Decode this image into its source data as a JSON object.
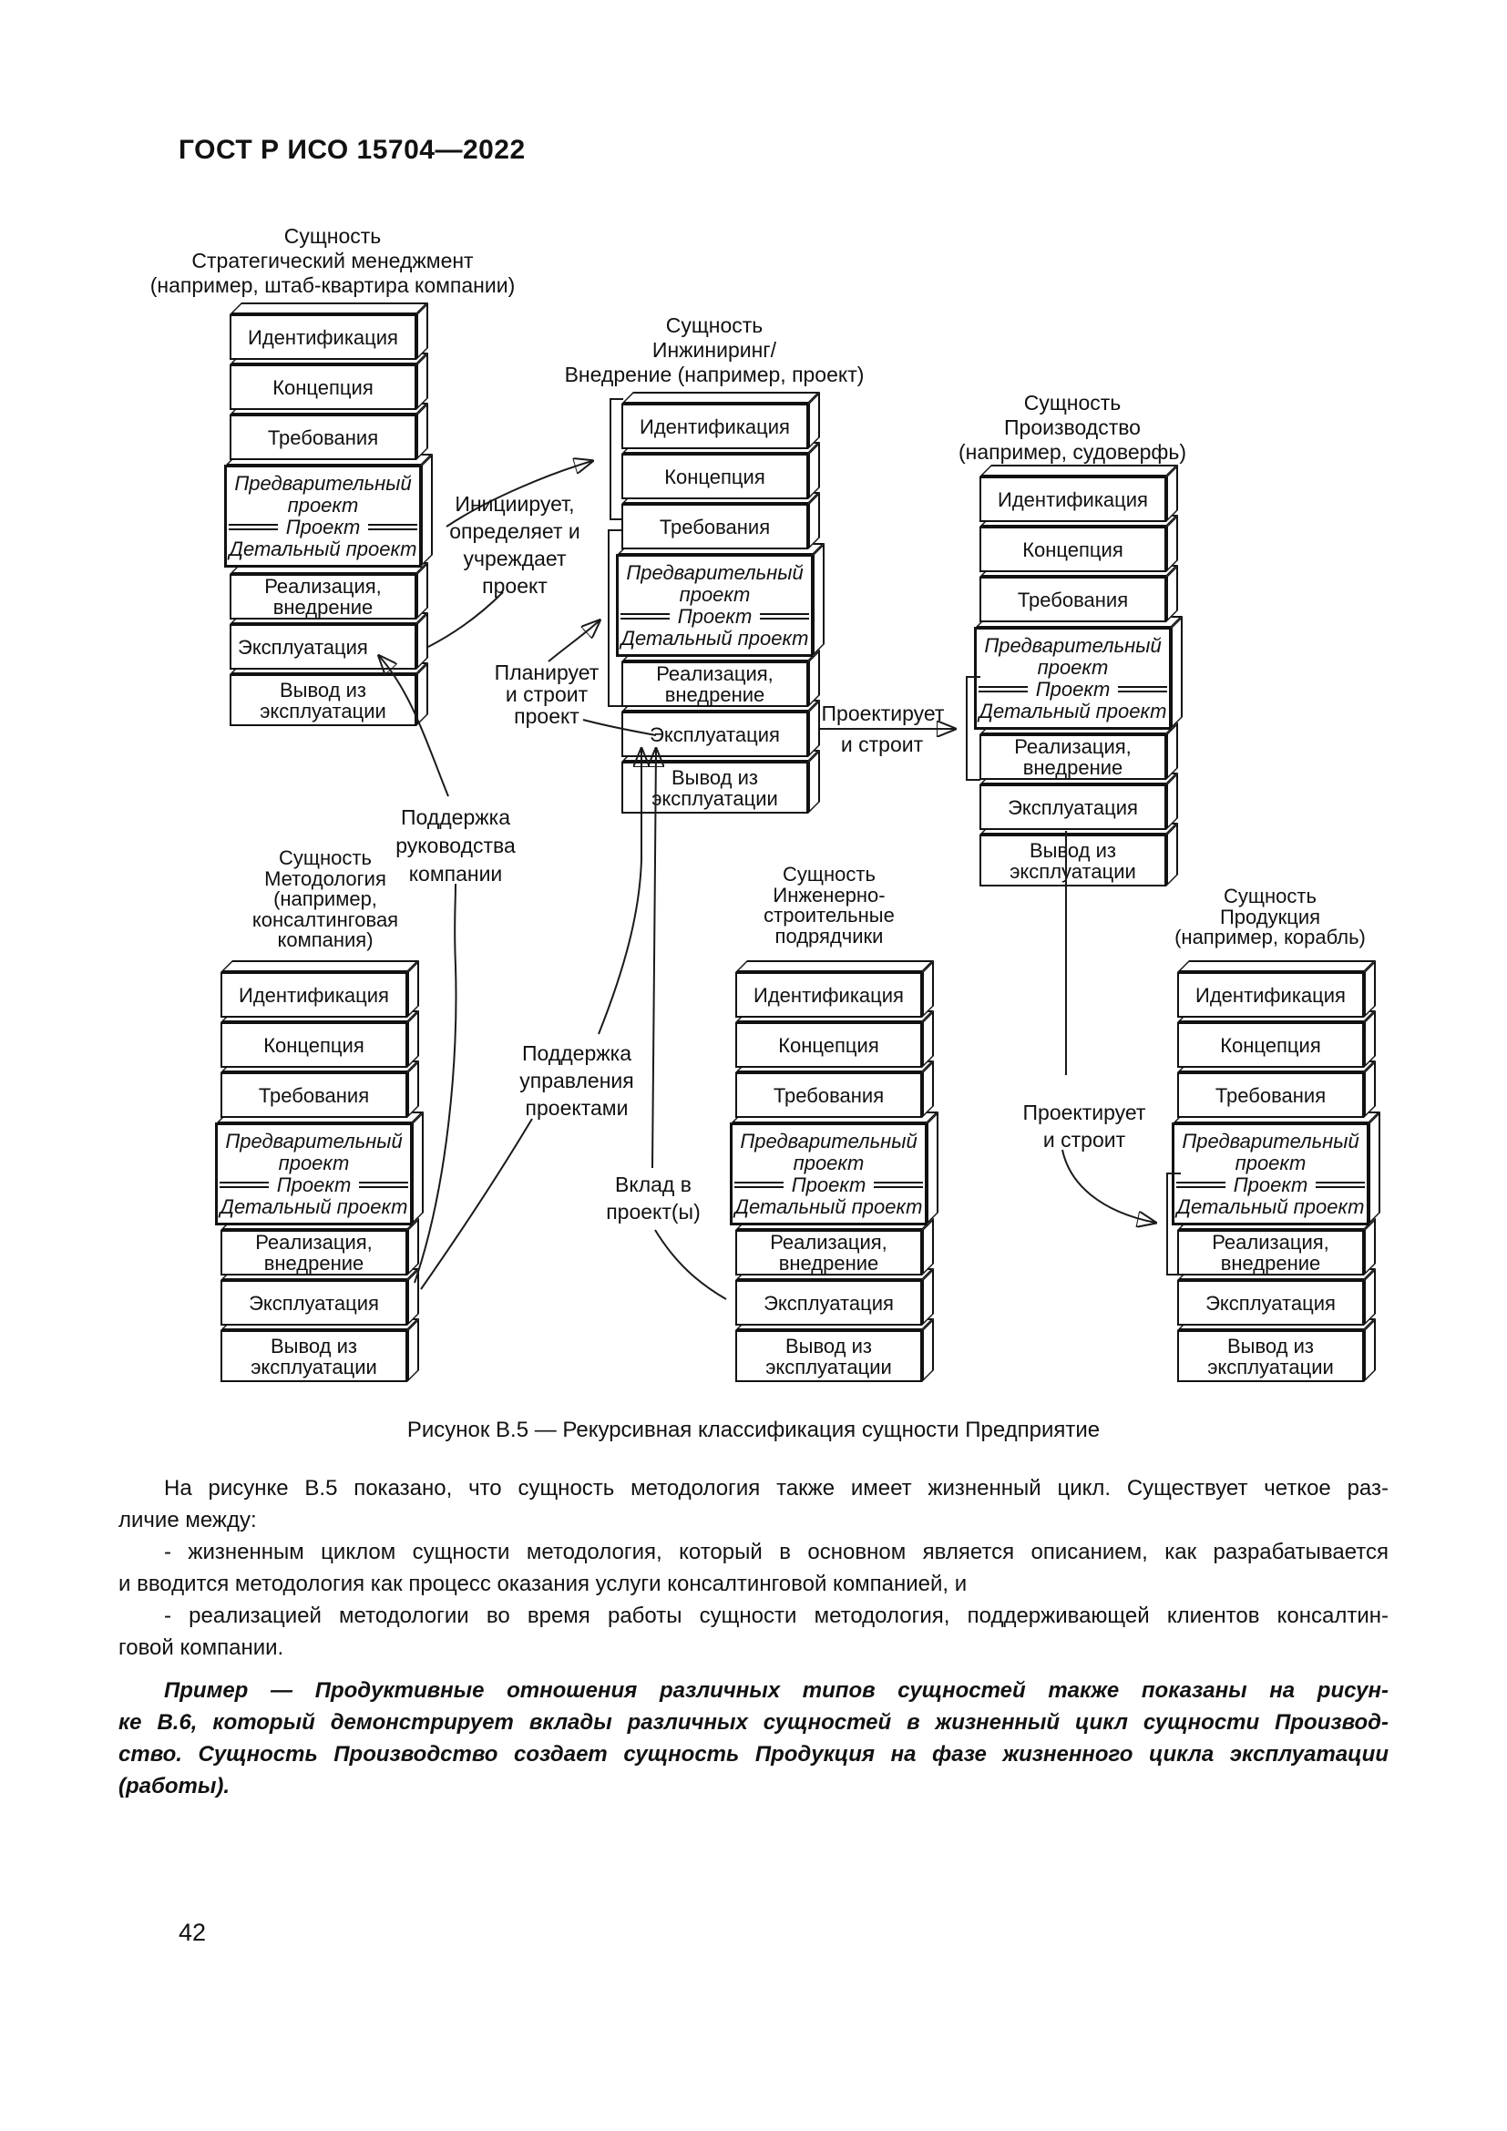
{
  "page": {
    "header": "ГОСТ Р ИСО 15704—2022",
    "page_number": "42"
  },
  "figure": {
    "caption": "Рисунок В.5 — Рекурсивная классификация сущности Предприятие",
    "phases": {
      "identification": "Идентификация",
      "concept": "Концепция",
      "requirements": "Требования",
      "prelim1": "Предварительный",
      "prelim2": "проект",
      "design": "Проект",
      "detailed": "Детальный проект",
      "impl1": "Реализация,",
      "impl2": "внедрение",
      "operation": "Эксплуатация",
      "dec1": "Вывод из",
      "dec2": "эксплуатации"
    },
    "stacks": [
      {
        "title": [
          "Сущность",
          "Стратегический менеджмент",
          "(например, штаб-квартира компании)"
        ]
      },
      {
        "title": [
          "Сущность",
          "Инжиниринг/",
          "Внедрение (например, проект)"
        ]
      },
      {
        "title": [
          "Сущность",
          "Производство",
          "(например, судоверфь)"
        ]
      },
      {
        "title": [
          "Сущность",
          "Методология",
          "(например,",
          "консалтинговая",
          "компания)"
        ]
      },
      {
        "title": [
          "Сущность",
          "Инженерно-",
          "строительные",
          "подрядчики"
        ]
      },
      {
        "title": [
          "Сущность",
          "Продукция",
          "(например, корабль)"
        ]
      }
    ],
    "connectors": {
      "initiates": [
        "Инициирует,",
        "определяет и",
        "учреждает",
        "проект"
      ],
      "plans": [
        "Планирует",
        "и строит",
        "проект"
      ],
      "designs1a": "Проектирует",
      "designs1b": "и строит",
      "mgmt_support": [
        "Поддержка",
        "руководства",
        "компании"
      ],
      "project_support": [
        "Поддержка",
        "управления",
        "проектами"
      ],
      "contribution": [
        "Вклад в",
        "проект(ы)"
      ],
      "designs2": [
        "Проектирует",
        "и строит"
      ]
    }
  },
  "body": {
    "paragraph": [
      "На рисунке В.5 показано, что сущность методология также имеет жизненный цикл. Существует четкое раз-",
      "личие между:",
      "- жизненным циклом сущности методология, который в основном является описанием, как разрабатывается",
      "и вводится методология как процесс оказания услуги консалтинговой компанией, и",
      "- реализацией методологии во время работы сущности методология, поддерживающей клиентов консалтин-",
      "говой компании."
    ],
    "example": [
      "Пример — Продуктивные отношения различных типов сущностей также показаны на рисун-",
      "ке В.6, который демонстрирует вклады различных сущностей в жизненный цикл сущности Производ-",
      "ство. Сущность Производство создает сущность Продукция на фазе жизненного цикла эксплуатации",
      "(работы)."
    ]
  }
}
